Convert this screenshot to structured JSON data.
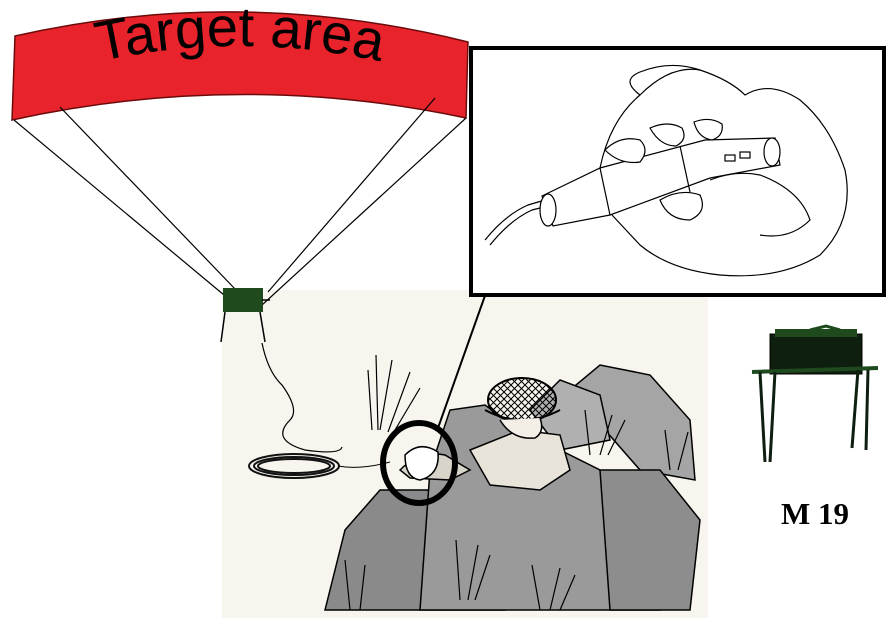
{
  "diagram": {
    "target_label": "Target area",
    "mine_caption": "M 19",
    "colors": {
      "target_fill": "#e8232b",
      "mine_green": "#1e4a1e",
      "paper": "#f7f5ee"
    },
    "icons": [
      "target-area-arc",
      "mine-on-stand",
      "firing-device-in-hand",
      "kneeling-soldier",
      "m19-mine"
    ]
  }
}
